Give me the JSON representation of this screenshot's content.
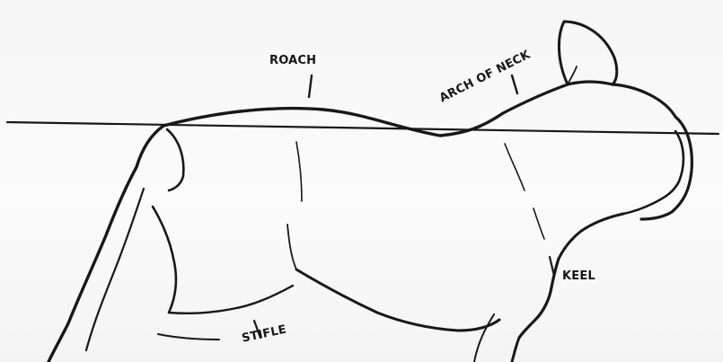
{
  "labels": {
    "roach": "ROACH",
    "arch_of_neck": "ARCH OF NECK",
    "keel": "KEEL",
    "stifle": "STIFLE"
  }
}
